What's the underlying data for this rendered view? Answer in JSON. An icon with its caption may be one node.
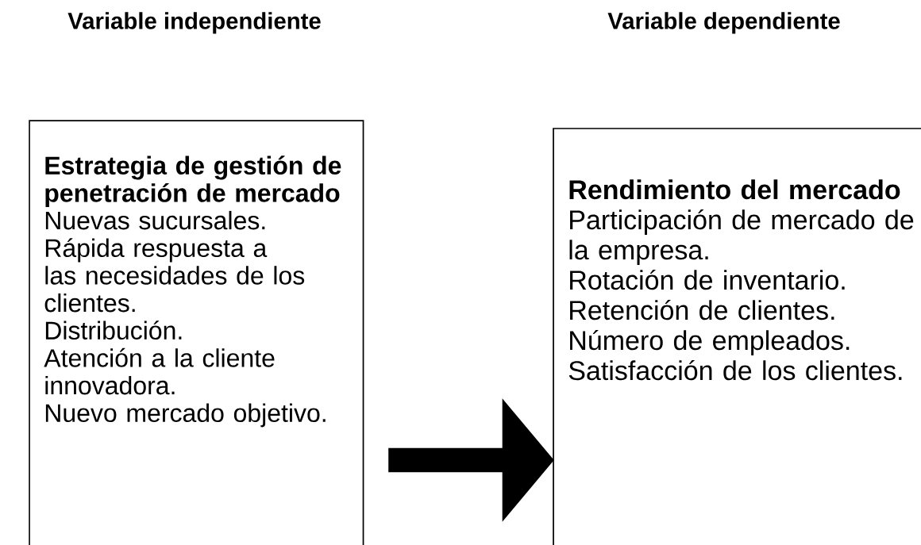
{
  "diagram": {
    "nodes": [
      {
        "text": [
          "Variable independiente",
          "Estrategia de gestión de penetración de mercado",
          "Nuevas sucursales.",
          "Rápida respuesta a las necesidades de los clientes.",
          "Distribución.",
          "Atención a la cliente innovadora.",
          "Nuevo mercado objetivo."
        ]
      },
      {
        "text": [
          "Variable dependiente",
          "Rendimiento del mercado",
          "Participación de mercado de la empresa.",
          "Rotación de inventario.",
          "Retención de clientes.",
          "Número de empleados.",
          "Satisfacción de los clientes."
        ]
      }
    ],
    "edges": [
      {
        "from": 0,
        "to": 1,
        "arrow": "to",
        "style": "thick"
      }
    ]
  }
}
